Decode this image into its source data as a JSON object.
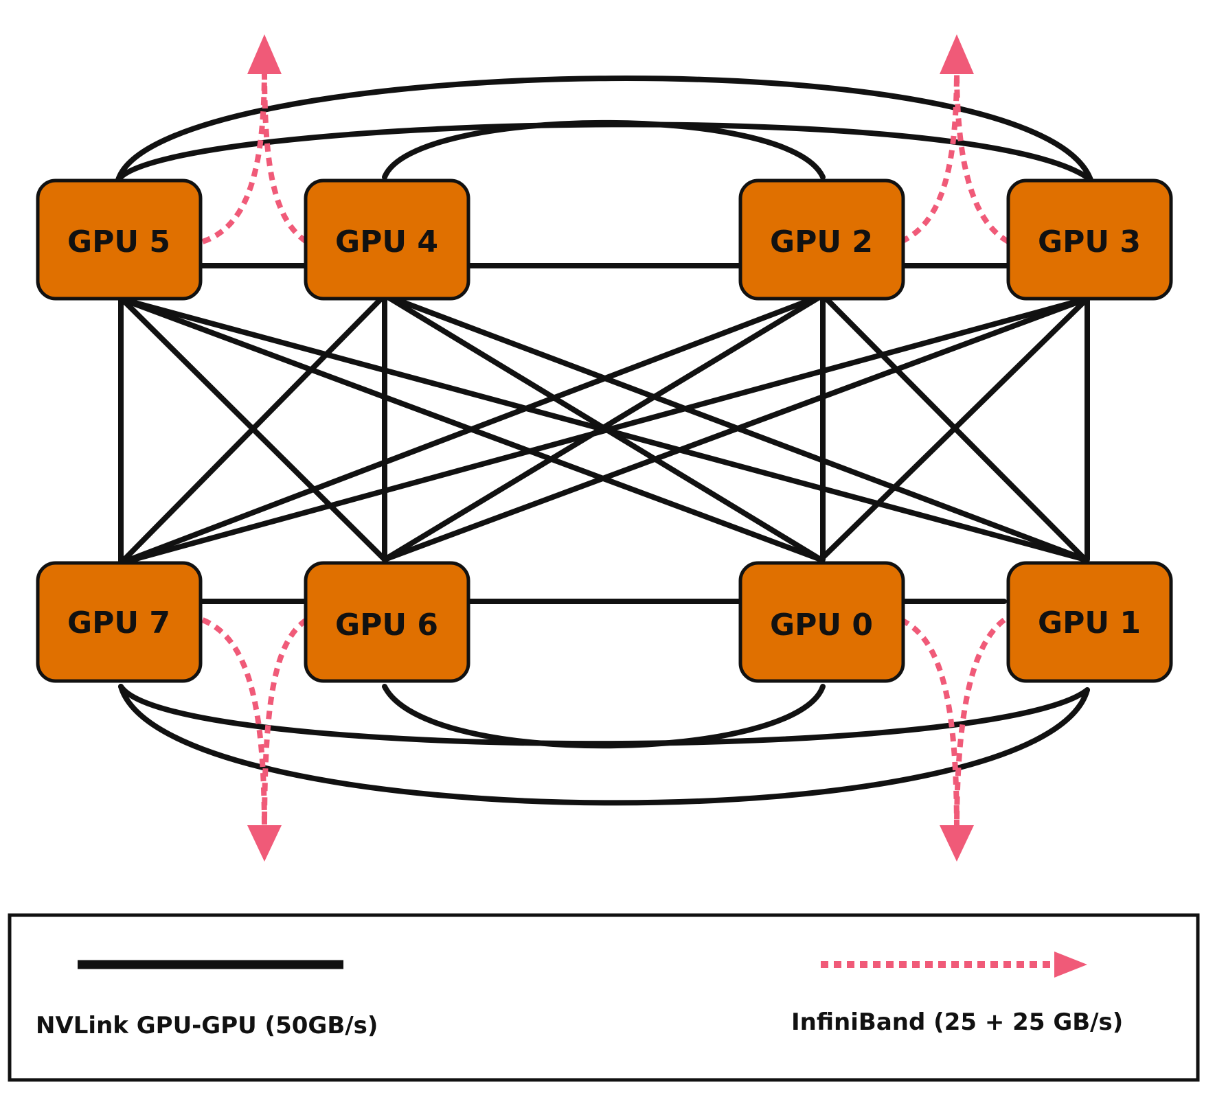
{
  "colors": {
    "gpu_fill": "#e07000",
    "gpu_stroke": "#111111",
    "nvlink": "#111111",
    "infiniband": "#f05a78",
    "legend_border": "#111111"
  },
  "gpus": [
    {
      "id": "gpu5",
      "label": "GPU 5"
    },
    {
      "id": "gpu4",
      "label": "GPU 4"
    },
    {
      "id": "gpu2",
      "label": "GPU 2"
    },
    {
      "id": "gpu3",
      "label": "GPU 3"
    },
    {
      "id": "gpu7",
      "label": "GPU 7"
    },
    {
      "id": "gpu6",
      "label": "GPU 6"
    },
    {
      "id": "gpu0",
      "label": "GPU 0"
    },
    {
      "id": "gpu1",
      "label": "GPU 1"
    }
  ],
  "legend": {
    "nvlink_label": "NVLink GPU-GPU (50GB/s)",
    "infiniband_label": "InfiniBand (25 + 25 GB/s)"
  }
}
